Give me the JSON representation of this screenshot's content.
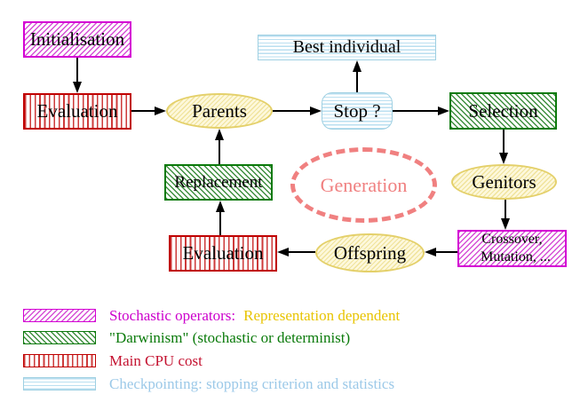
{
  "nodes": {
    "initialisation": "Initialisation",
    "evaluation_top": "Evaluation",
    "parents": "Parents",
    "best_individual": "Best individual",
    "stop": "Stop ?",
    "selection": "Selection",
    "genitors": "Genitors",
    "replacement": "Replacement",
    "generation": "Generation",
    "offspring": "Offspring",
    "evaluation_bottom": "Evaluation",
    "crossover_line1": "Crossover,",
    "crossover_line2": "Mutation, ..."
  },
  "legend": {
    "rows": [
      {
        "swatch": "magenta-diagonal-hatch",
        "text": "Stochastic operators:",
        "text2": "Representation dependent",
        "text_color": "#cc00cc",
        "text2_color": "#e8c400"
      },
      {
        "swatch": "green-diagonal-hatch",
        "text": "\"Darwinism\" (stochastic or determinist)",
        "text_color": "#0a7a0a"
      },
      {
        "swatch": "red-vertical-stripes",
        "text": "Main CPU cost",
        "text_color": "#c41230"
      },
      {
        "swatch": "cyan-horizontal-stripes",
        "text": "Checkpointing: stopping criterion and statistics",
        "text_color": "#9cc9e8"
      }
    ]
  },
  "colors": {
    "magenta_border": "#d400d4",
    "red_border": "#c00000",
    "green_border": "#0b7a0b",
    "cyan_border": "#9fd0e2",
    "yellow_border": "#e4d06a",
    "generation_coral": "#f08080",
    "arrow_black": "#000000"
  }
}
